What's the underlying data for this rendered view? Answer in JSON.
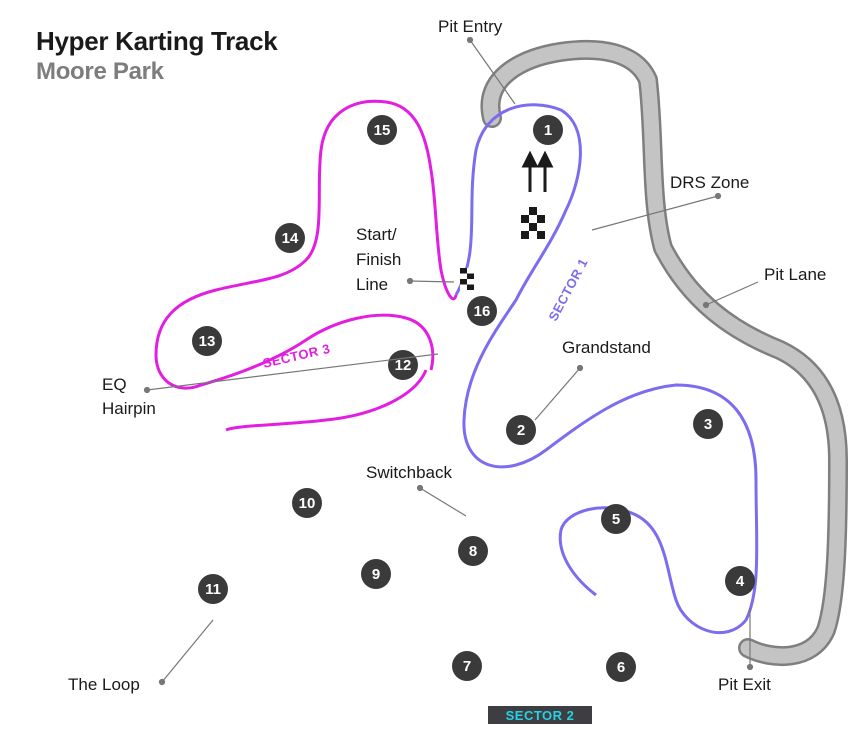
{
  "header": {
    "title": "Hyper Karting Track",
    "subtitle": "Moore Park"
  },
  "labels": {
    "pit_entry": "Pit Entry",
    "drs_zone": "DRS Zone",
    "pit_lane": "Pit Lane",
    "grandstand": "Grandstand",
    "start_finish": [
      "Start/",
      "Finish",
      "Line"
    ],
    "switchback": "Switchback",
    "eq_hairpin": [
      "EQ",
      "Hairpin"
    ],
    "the_loop": "The Loop",
    "pit_exit": "Pit Exit"
  },
  "sectors": [
    "SECTOR 1",
    "SECTOR 2",
    "SECTOR 3"
  ],
  "corners": [
    "1",
    "2",
    "3",
    "4",
    "5",
    "6",
    "7",
    "8",
    "9",
    "10",
    "11",
    "12",
    "13",
    "14",
    "15",
    "16"
  ],
  "colors": {
    "track": "#3e3e42",
    "pit_lane": "#b9b9b9",
    "sector1": "#7b6cf0",
    "sector2": "#22d3e6",
    "sector3": "#e21fe0",
    "glow_a": "#1fd2ee",
    "glow_b": "#d41ff0"
  },
  "icons": [
    "up-arrows-icon",
    "checkered-flag-icon"
  ]
}
